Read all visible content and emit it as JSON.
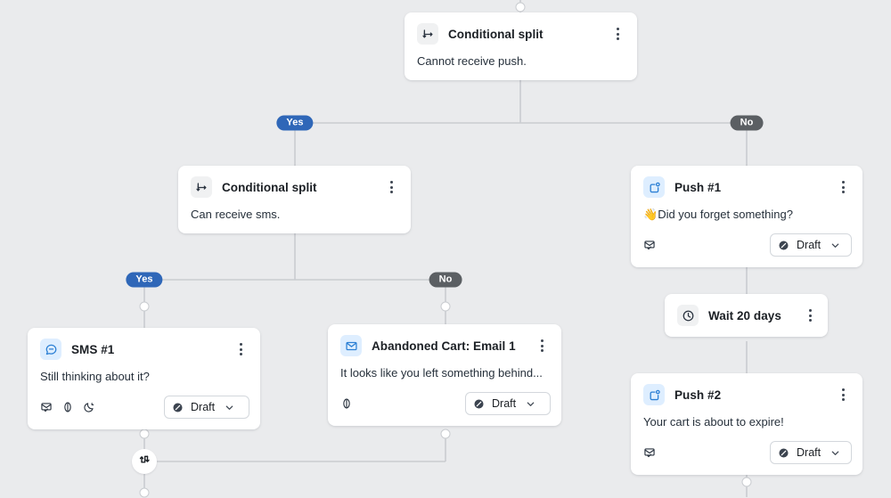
{
  "theme": {
    "canvas_bg": "#eaebed",
    "card_bg": "#ffffff",
    "edge_color": "#c9ccd0",
    "yes_badge_color": "#2f67b8",
    "no_badge_color": "#5b5f63",
    "icon_blue": "#2b7fd4",
    "icon_blue_bg": "#deeeff",
    "icon_gray_bg": "#f0f1f2"
  },
  "flow": {
    "branch_labels": {
      "yes": "Yes",
      "no": "No"
    },
    "junction": {
      "icon": "merge-arrows-icon"
    }
  },
  "nodes": [
    {
      "id": "conditional-split-push",
      "type": "conditional-split",
      "icon": "conditional-split-icon",
      "title": "Conditional split",
      "body": "Cannot receive push.",
      "menu_icon": "kebab-menu-icon"
    },
    {
      "id": "conditional-split-sms",
      "type": "conditional-split",
      "icon": "conditional-split-icon",
      "title": "Conditional split",
      "body": "Can receive sms.",
      "menu_icon": "kebab-menu-icon"
    },
    {
      "id": "push-1",
      "type": "push",
      "icon": "push-notification-icon",
      "title": "Push #1",
      "emoji": "👋",
      "body": "Did you forget something?",
      "menu_icon": "kebab-menu-icon",
      "foot_icons": [
        "envelope-check-icon"
      ],
      "status": {
        "label": "Draft",
        "icon": "draft-slash-icon",
        "chevron": "chevron-down-icon"
      }
    },
    {
      "id": "wait-20-days",
      "type": "wait",
      "icon": "clock-icon",
      "title": "Wait 20 days",
      "menu_icon": "kebab-menu-icon"
    },
    {
      "id": "push-2",
      "type": "push",
      "icon": "push-notification-icon",
      "title": "Push #2",
      "body": "Your cart is about to expire!",
      "menu_icon": "kebab-menu-icon",
      "foot_icons": [
        "envelope-check-icon"
      ],
      "status": {
        "label": "Draft",
        "icon": "draft-slash-icon",
        "chevron": "chevron-down-icon"
      }
    },
    {
      "id": "sms-1",
      "type": "sms",
      "icon": "sms-bubble-icon",
      "title": "SMS #1",
      "body": "Still thinking about it?",
      "menu_icon": "kebab-menu-icon",
      "foot_icons": [
        "envelope-check-icon",
        "link-icon",
        "quiet-hours-moon-icon"
      ],
      "status": {
        "label": "Draft",
        "icon": "draft-slash-icon",
        "chevron": "chevron-down-icon"
      }
    },
    {
      "id": "email-1",
      "type": "email",
      "icon": "envelope-icon",
      "title": "Abandoned Cart: Email 1",
      "body": "It looks like you left something behind...",
      "menu_icon": "kebab-menu-icon",
      "foot_icons": [
        "link-icon"
      ],
      "status": {
        "label": "Draft",
        "icon": "draft-slash-icon",
        "chevron": "chevron-down-icon"
      }
    }
  ]
}
